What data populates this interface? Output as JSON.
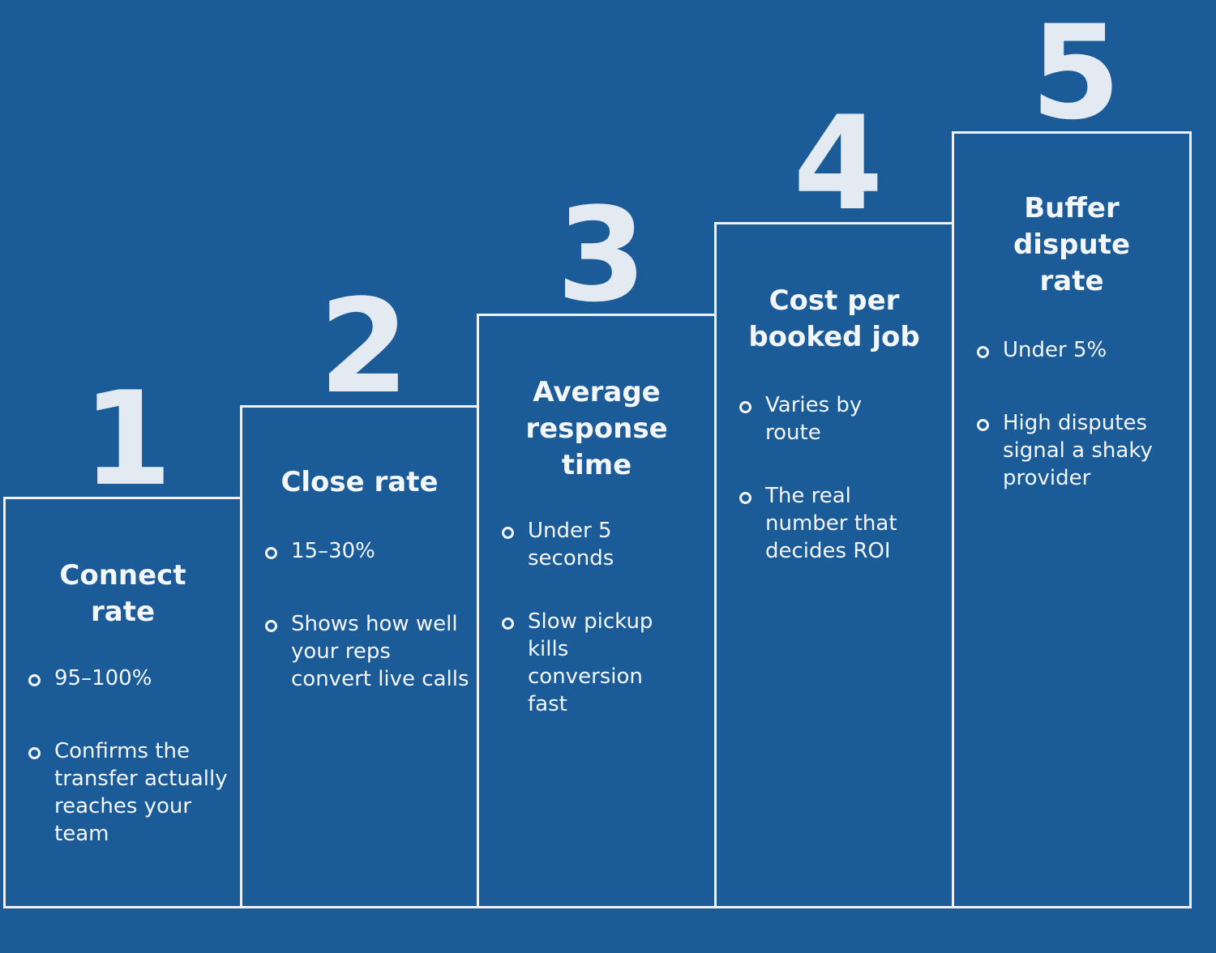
{
  "steps": [
    {
      "number": "1",
      "title": "Connect rate",
      "bullets": [
        "95–100%",
        "Confirms the transfer actually reaches your team"
      ]
    },
    {
      "number": "2",
      "title": "Close rate",
      "bullets": [
        "15–30%",
        "Shows how well your reps convert live calls"
      ]
    },
    {
      "number": "3",
      "title": "Average response time",
      "bullets": [
        "Under 5 seconds",
        "Slow pickup kills conversion fast"
      ]
    },
    {
      "number": "4",
      "title": "Cost per booked job",
      "bullets": [
        "Varies by route",
        "The real number that decides ROI"
      ]
    },
    {
      "number": "5",
      "title": "Buffer dispute rate",
      "bullets": [
        "Under 5%",
        "High disputes signal a shaky provider"
      ]
    }
  ]
}
